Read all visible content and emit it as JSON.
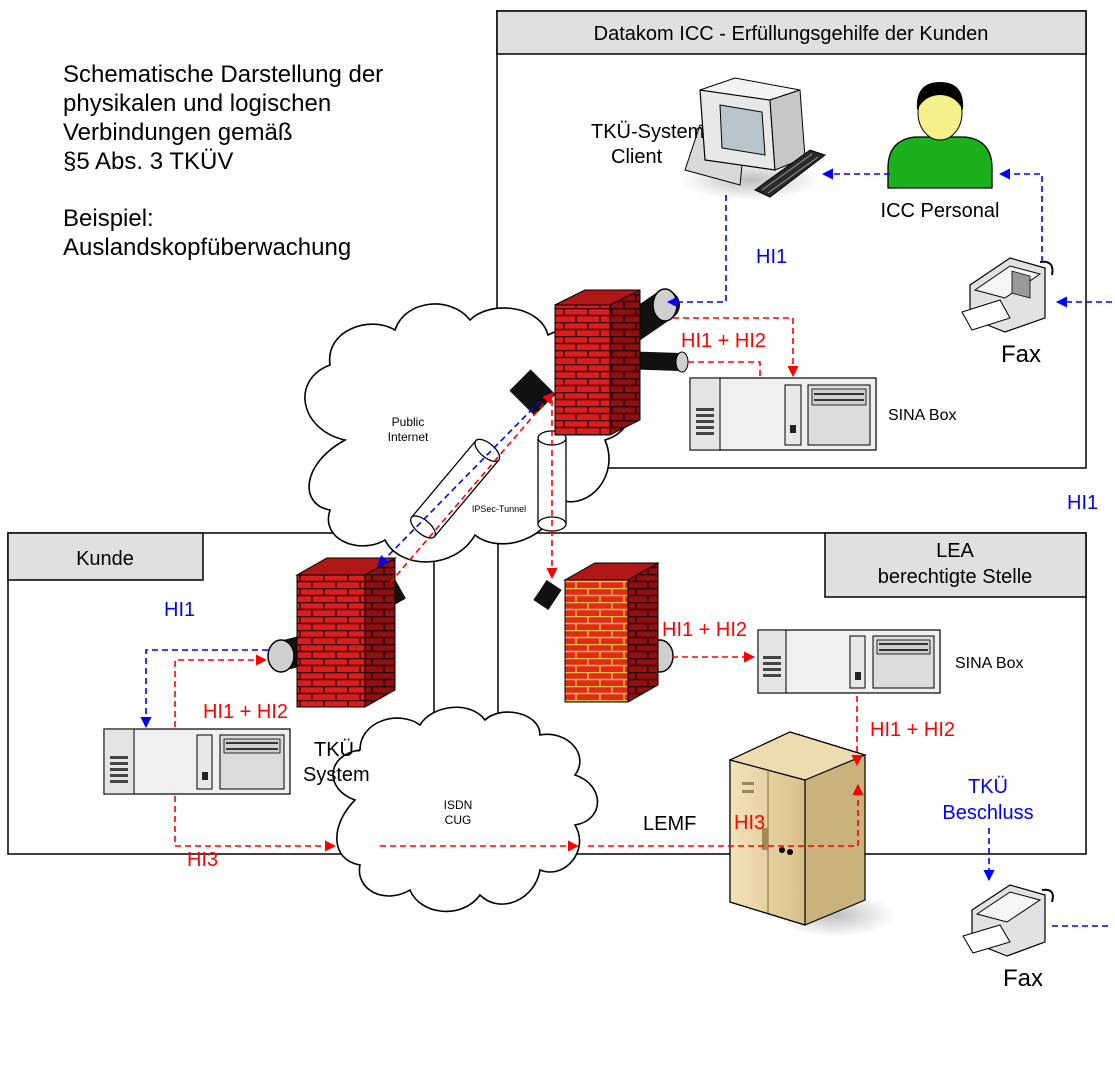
{
  "intro": {
    "description_lines": [
      "Schematische Darstellung der",
      "physikalen und logischen",
      "Verbindungen gemäß",
      "§5 Abs. 3 TKÜV"
    ],
    "example_lines": [
      "Beispiel:",
      "Auslandskopfüberwachung"
    ]
  },
  "zones": {
    "datakom_title": "Datakom ICC - Erfüllungsgehilfe der Kunden",
    "kunde_title": "Kunde",
    "lea_title_line1": "LEA",
    "lea_title_line2": "berechtigte Stelle"
  },
  "nodes": {
    "tku_client_line1": "TKÜ-System",
    "tku_client_line2": "Client",
    "icc_personal": "ICC Personal",
    "fax_top": "Fax",
    "sina_box_top": "SINA Box",
    "public_internet_line1": "Public",
    "public_internet_line2": "Internet",
    "ipsec_tunnel": "IPSec-Tunnel",
    "sina_box_lea": "SINA Box",
    "tku_system_line1": "TKÜ-",
    "tku_system_line2": "System",
    "lemf": "LEMF",
    "tku_beschluss_line1": "TKÜ",
    "tku_beschluss_line2": "Beschluss",
    "fax_bottom": "Fax",
    "isdn_line1": "ISDN",
    "isdn_line2": "CUG"
  },
  "labels": {
    "hi1_datakom": "HI1",
    "hi1_hi2_datakom": "HI1 + HI2",
    "hi1_right": "HI1",
    "hi1_kunde": "HI1",
    "hi1_hi2_kunde": "HI1 + HI2",
    "hi1_hi2_lea_fw": "HI1 + HI2",
    "hi1_hi2_lemf": "HI1 + HI2",
    "hi3_kunde": "HI3",
    "hi3_lea": "HI3"
  },
  "colors": {
    "hi1": "#0000ff",
    "hi2_hi3": "#ff0000",
    "zone_header": "#e0e0e0",
    "firewall": "#d81e1e"
  }
}
